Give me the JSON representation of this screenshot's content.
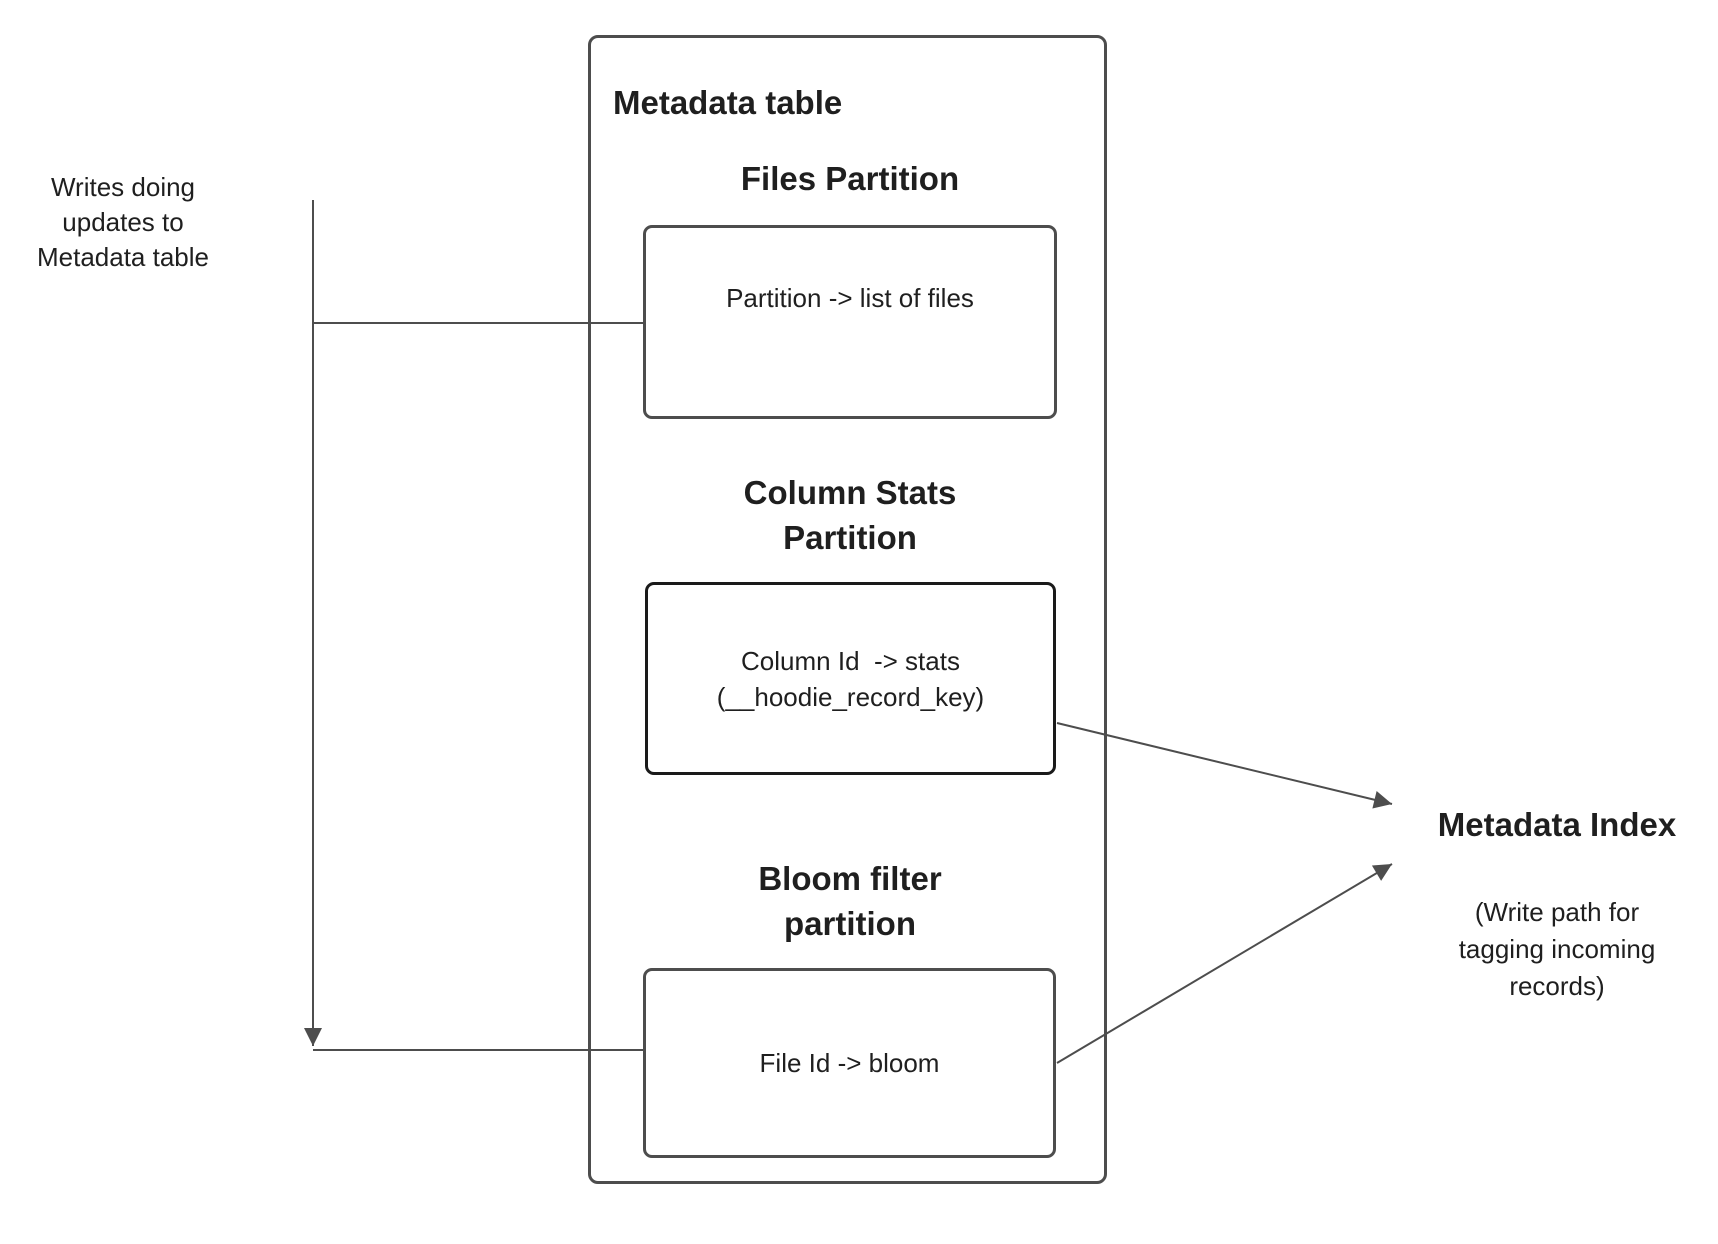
{
  "left_note": {
    "line1": "Writes doing",
    "line2": "updates to",
    "line3": "Metadata table"
  },
  "metadata_table": {
    "title": "Metadata table",
    "files_partition": {
      "heading": "Files Partition",
      "mapping": "Partition -> list of files"
    },
    "column_stats_partition": {
      "heading_line1": "Column Stats",
      "heading_line2": "Partition",
      "mapping_line1": "Column Id  -> stats",
      "mapping_line2": "(__hoodie_record_key)"
    },
    "bloom_filter_partition": {
      "heading_line1": "Bloom filter",
      "heading_line2": "partition",
      "mapping": "File Id -> bloom"
    }
  },
  "metadata_index": {
    "title": "Metadata Index",
    "note_line1": "(Write path for",
    "note_line2": "tagging incoming",
    "note_line3": "records)"
  },
  "colors": {
    "connector": "#4d4d4d",
    "box_border": "#4d4d4d",
    "emphasis_box_border": "#1a1a1a",
    "text": "#1f1f1f",
    "background": "#ffffff"
  }
}
